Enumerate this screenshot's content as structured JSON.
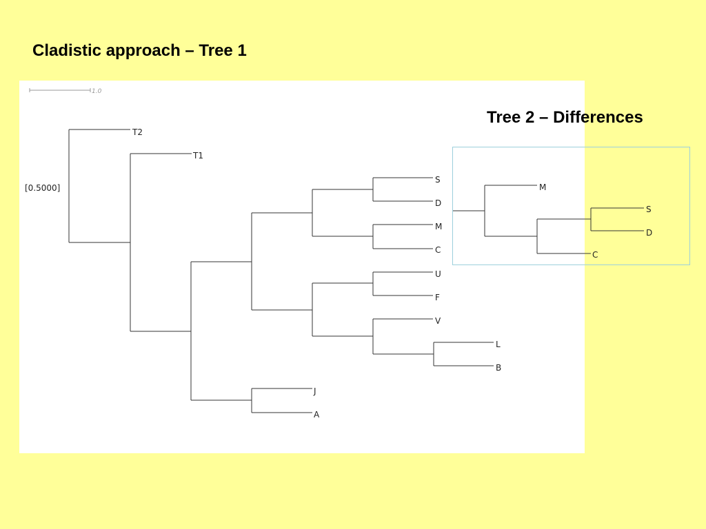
{
  "slide": {
    "title": "Cladistic approach – Tree 1"
  },
  "tree1": {
    "scale_label": "1.0",
    "node_label": "[0.5000]",
    "leaves": [
      "T2",
      "T1",
      "S",
      "D",
      "M",
      "C",
      "U",
      "F",
      "V",
      "L",
      "B",
      "J",
      "A"
    ]
  },
  "tree2": {
    "title": "Tree 2 – Differences",
    "leaves": [
      "M",
      "S",
      "D",
      "C"
    ]
  },
  "colors": {
    "background": "#ffff99",
    "panel": "#ffffff",
    "highlight_border": "#9ccfdc",
    "branch": "#333333"
  }
}
